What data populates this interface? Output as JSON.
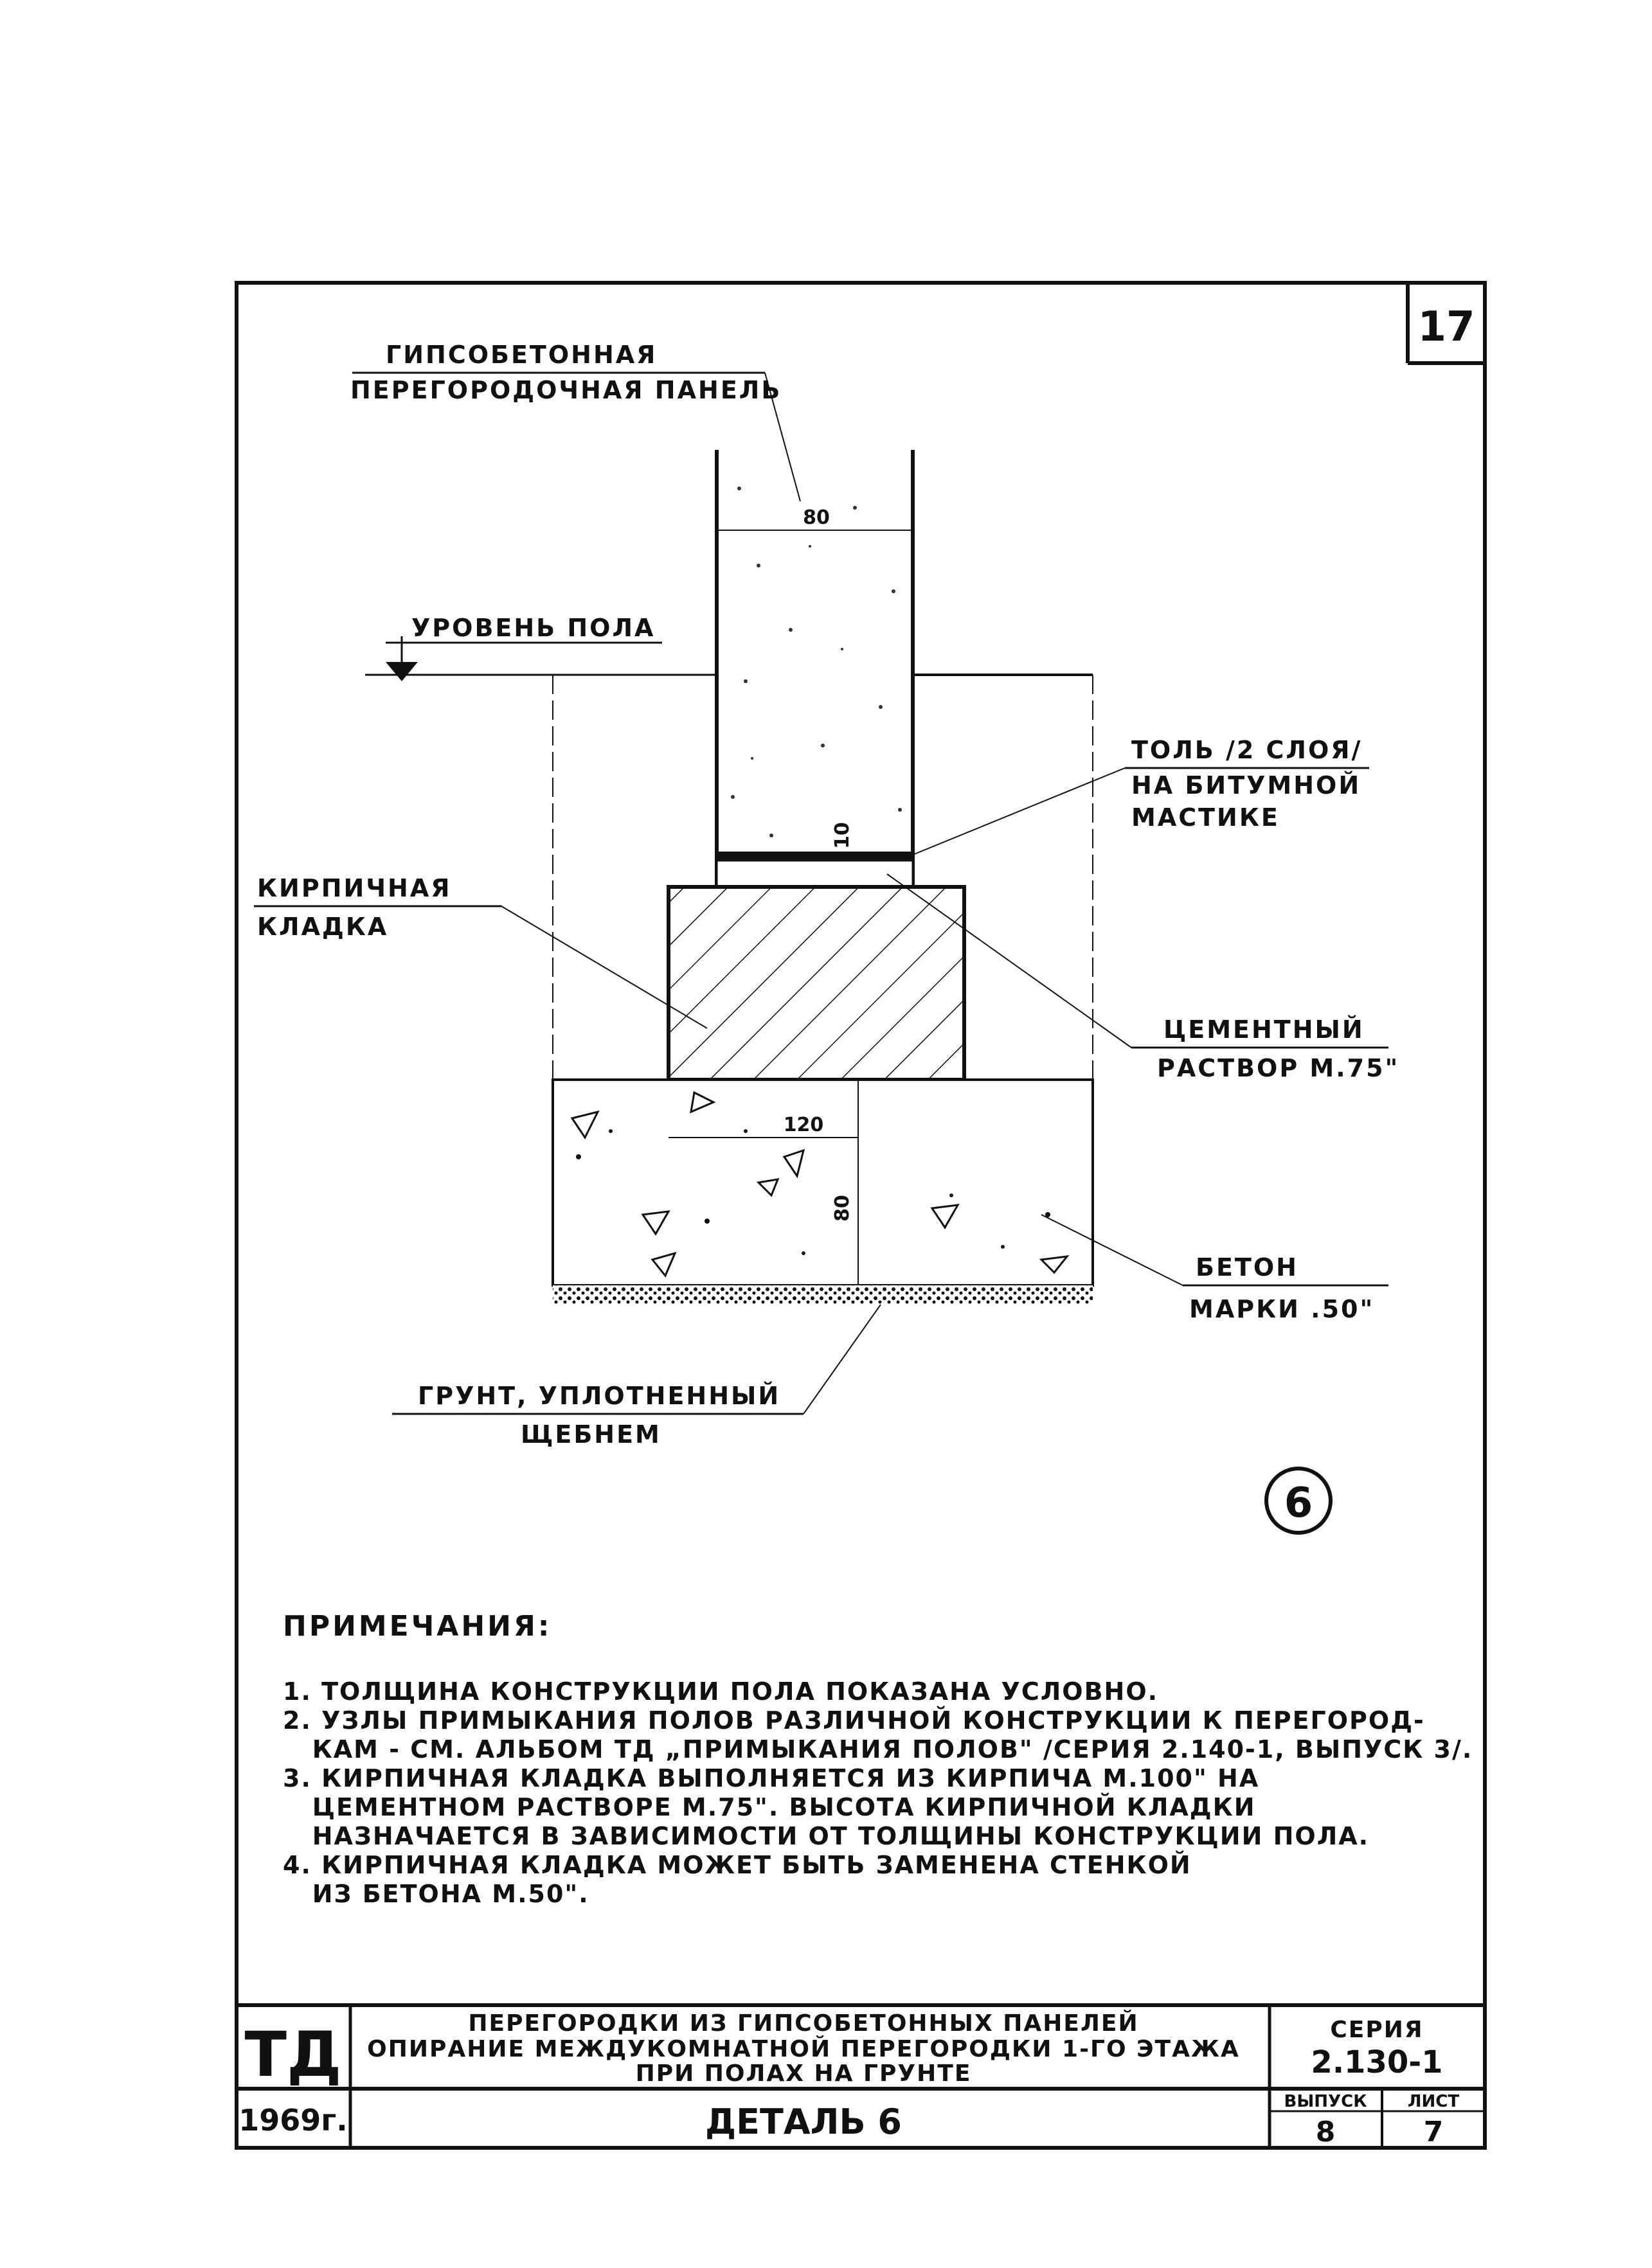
{
  "sheet_number": "17",
  "labels": {
    "panel_line1": "ГИПСОБЕТОННАЯ",
    "panel_line2": "ПЕРЕГОРОДОЧНАЯ ПАНЕЛЬ",
    "floor_level": "УРОВЕНЬ ПОЛА",
    "tol_line1": "ТОЛЬ /2 СЛОЯ/",
    "tol_line2": "НА БИТУМНОЙ",
    "tol_line3": "МАСТИКЕ",
    "brick_line1": "КИРПИЧНАЯ",
    "brick_line2": "КЛАДКА",
    "cement_line1": "ЦЕМЕНТНЫЙ",
    "cement_line2": "РАСТВОР М.75\"",
    "concrete_line1": "БЕТОН",
    "concrete_line2": "МАРКИ .50\"",
    "ground_line1": "ГРУНТ, УПЛОТНЕННЫЙ",
    "ground_line2": "ЩЕБНЕМ"
  },
  "dimensions": {
    "panel_width": "80",
    "mortar_thickness": "10",
    "brick_width": "120",
    "concrete_thickness": "80"
  },
  "detail_marker": "6",
  "notes": {
    "title": "ПРИМЕЧАНИЯ:",
    "items": [
      "1. ТОЛЩИНА КОНСТРУКЦИИ ПОЛА ПОКАЗАНА УСЛОВНО.",
      "2. УЗЛЫ ПРИМЫКАНИЯ ПОЛОВ РАЗЛИЧНОЙ КОНСТРУКЦИИ К ПЕРЕГОРОД-",
      "   КАМ - СМ. АЛЬБОМ ТД „ПРИМЫКАНИЯ ПОЛОВ\" /СЕРИЯ 2.140-1, ВЫПУСК 3/.",
      "3. КИРПИЧНАЯ КЛАДКА ВЫПОЛНЯЕТСЯ ИЗ КИРПИЧА М.100\" НА",
      "   ЦЕМЕНТНОМ РАСТВОРЕ М.75\". ВЫСОТА КИРПИЧНОЙ КЛАДКИ",
      "   НАЗНАЧАЕТСЯ В ЗАВИСИМОСТИ ОТ ТОЛЩИНЫ КОНСТРУКЦИИ ПОЛА.",
      "4. КИРПИЧНАЯ КЛАДКА МОЖЕТ БЫТЬ ЗАМЕНЕНА СТЕНКОЙ",
      "   ИЗ БЕТОНА М.50\"."
    ]
  },
  "title_block": {
    "logo": "ТД",
    "year": "1969г.",
    "title_line1": "ПЕРЕГОРОДКИ ИЗ ГИПСОБЕТОННЫХ ПАНЕЛЕЙ",
    "title_line2": "ОПИРАНИЕ МЕЖДУКОМНАТНОЙ ПЕРЕГОРОДКИ 1-ГО ЭТАЖА",
    "title_line3": "ПРИ ПОЛАХ НА ГРУНТЕ",
    "detail": "ДЕТАЛЬ 6",
    "series_label": "СЕРИЯ",
    "series_value": "2.130-1",
    "issue_label": "ВЫПУСК",
    "issue_value": "8",
    "sheet_label": "ЛИСТ",
    "sheet_value": "7"
  }
}
